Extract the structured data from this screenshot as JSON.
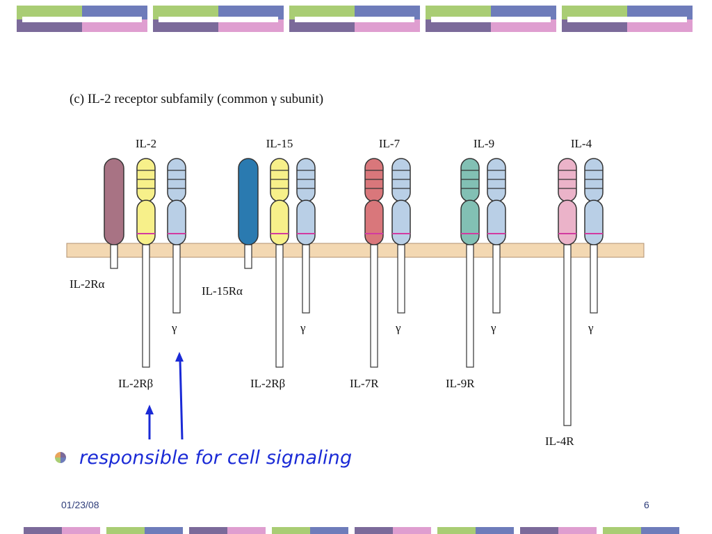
{
  "palette": {
    "green": "#a9cd74",
    "blue": "#6e7cba",
    "purple": "#7b6a9a",
    "pink": "#df9ed0",
    "membrane": "#f3d8b2",
    "membrane_stroke": "#b09070",
    "arrow": "#1a2ad6",
    "text_blue": "#1a2ad6",
    "footer": "#2e3d7a"
  },
  "diagram": {
    "title": "(c) IL-2 receptor subfamily (common γ subunit)",
    "groups": [
      {
        "ligand": "IL-2",
        "alpha": {
          "label": "IL-2Rα",
          "color": "#a87384"
        },
        "beta": {
          "label": "IL-2Rβ",
          "color": "#f7f08a"
        },
        "gamma": {
          "label": "γ",
          "color": "#b9cfe6"
        }
      },
      {
        "ligand": "IL-15",
        "alpha": {
          "label": "IL-15Rα",
          "color": "#2a7ab0"
        },
        "beta": {
          "label": "IL-2Rβ",
          "color": "#f7f08a"
        },
        "gamma": {
          "label": "γ",
          "color": "#b9cfe6"
        }
      },
      {
        "ligand": "IL-7",
        "beta": {
          "label": "IL-7R",
          "color": "#d9777b"
        },
        "gamma": {
          "label": "γ",
          "color": "#b9cfe6"
        }
      },
      {
        "ligand": "IL-9",
        "beta": {
          "label": "IL-9R",
          "color": "#82c0b4"
        },
        "gamma": {
          "label": "γ",
          "color": "#b9cfe6"
        }
      },
      {
        "ligand": "IL-4",
        "beta": {
          "label": "IL-4R",
          "color": "#ebb3c9"
        },
        "gamma": {
          "label": "γ",
          "color": "#b9cfe6"
        }
      }
    ]
  },
  "bullet": {
    "icon": "quad-circle-bullet-icon",
    "text": "responsible for cell signaling"
  },
  "footer": {
    "date": "01/23/08",
    "page": "6"
  }
}
